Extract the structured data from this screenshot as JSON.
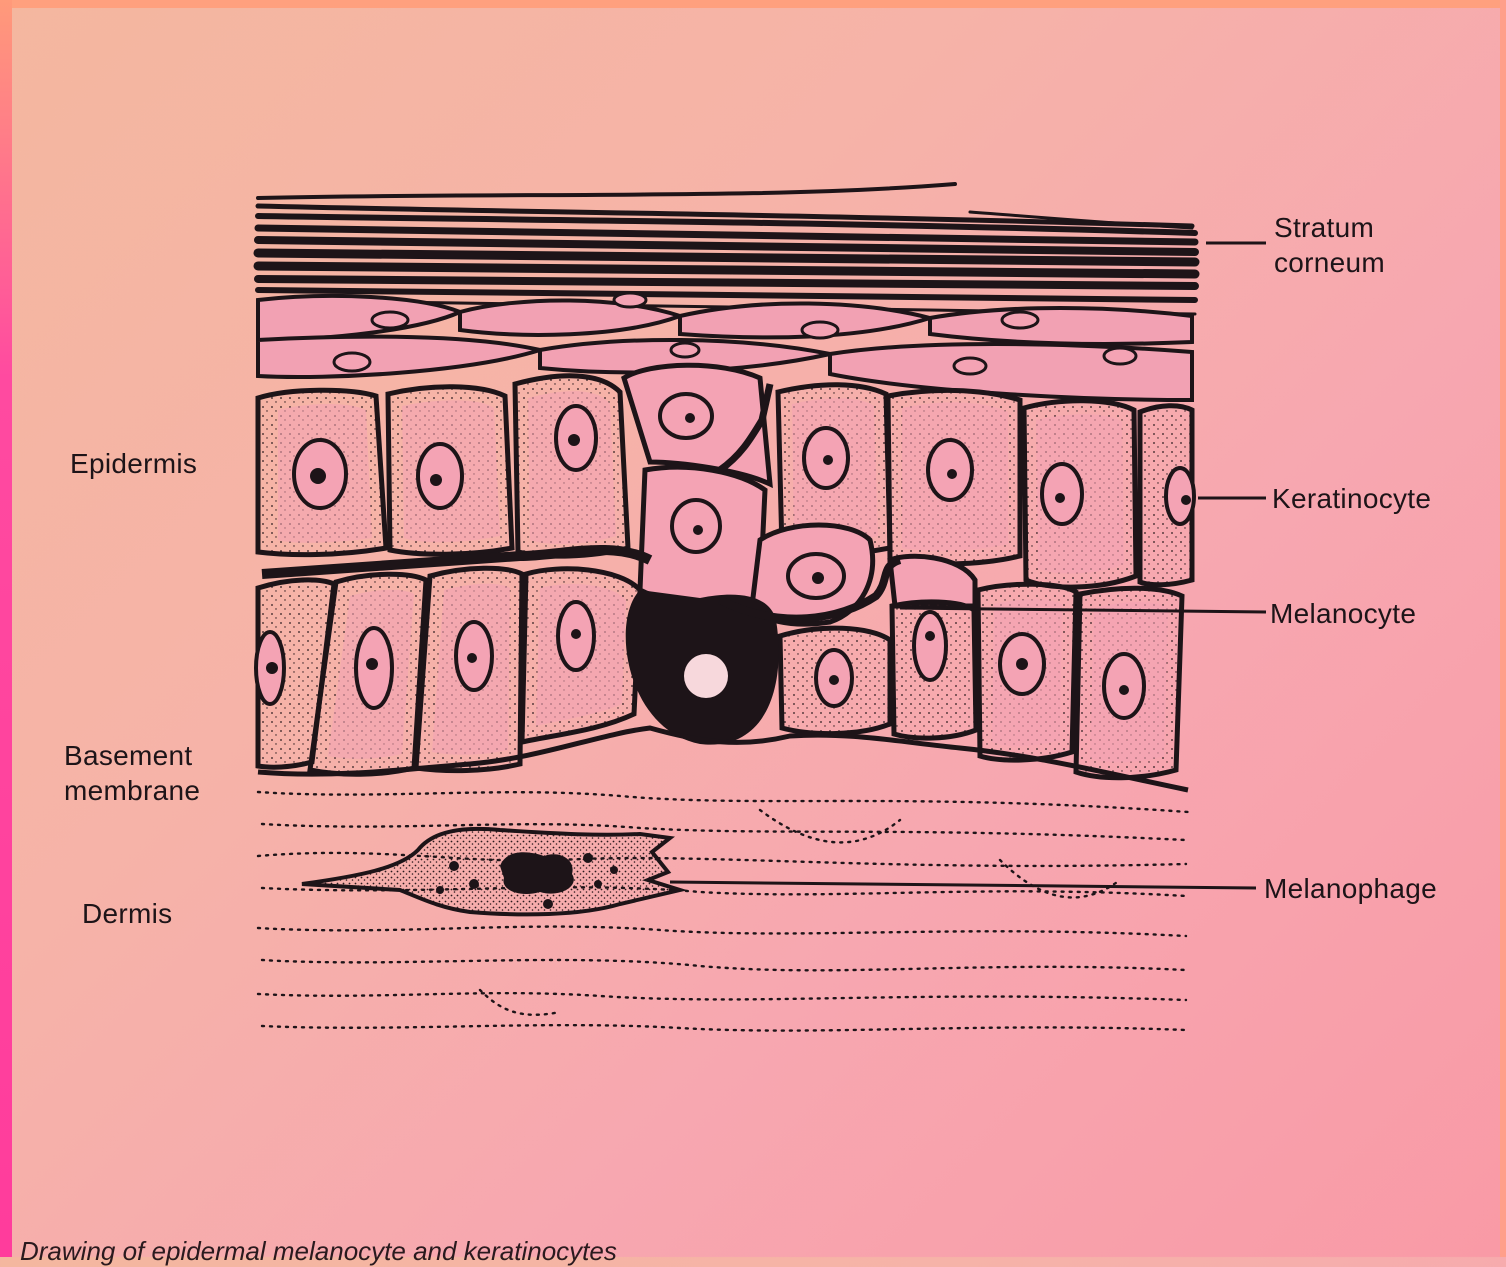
{
  "labels": {
    "stratum_corneum_line1": "Stratum",
    "stratum_corneum_line2": "corneum",
    "epidermis": "Epidermis",
    "keratinocyte": "Keratinocyte",
    "melanocyte": "Melanocyte",
    "basement_membrane_line1": "Basement",
    "basement_membrane_line2": "membrane",
    "dermis": "Dermis",
    "melanophage": "Melanophage"
  },
  "caption": "Drawing of epidermal melanocyte and keratinocytes",
  "colors": {
    "ink": "#1d1418",
    "paper": "#f7aeb0",
    "cell_fill": "#f4a3b4"
  }
}
